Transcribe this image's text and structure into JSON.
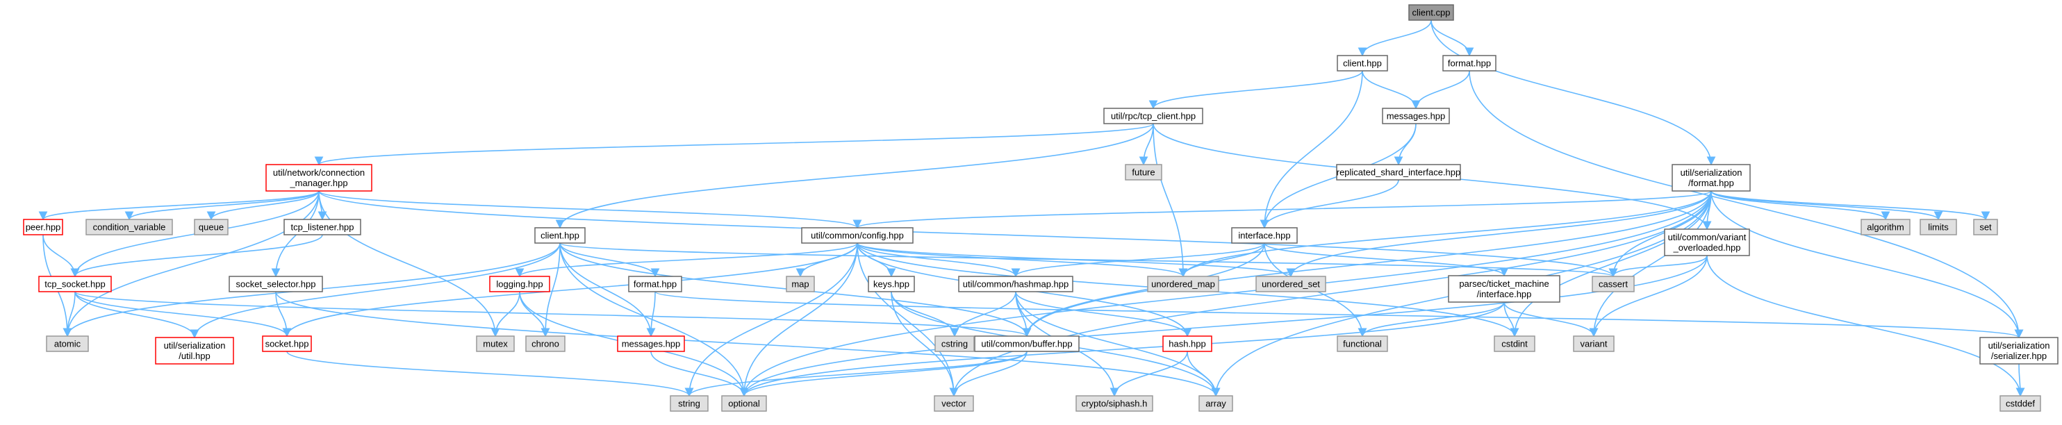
{
  "colors": {
    "edge": "#63b8ff",
    "root_fill": "#999999",
    "root_stroke": "#666666",
    "file_fill": "#ffffff",
    "file_stroke": "#666666",
    "sys_fill": "#e0e0e0",
    "sys_stroke": "#999999",
    "truncated_stroke": "#ff0000"
  },
  "nodes": [
    {
      "id": "client_cpp",
      "lines": [
        "client.cpp"
      ],
      "kind": "root"
    },
    {
      "id": "client_hpp_top",
      "lines": [
        "client.hpp"
      ],
      "kind": "file"
    },
    {
      "id": "format_hpp_top",
      "lines": [
        "format.hpp"
      ],
      "kind": "file"
    },
    {
      "id": "tcp_client",
      "lines": [
        "util/rpc/tcp_client.hpp"
      ],
      "kind": "file"
    },
    {
      "id": "messages_top",
      "lines": [
        "messages.hpp"
      ],
      "kind": "file"
    },
    {
      "id": "future",
      "lines": [
        "future"
      ],
      "kind": "sys"
    },
    {
      "id": "replicated",
      "lines": [
        "replicated_shard_interface.hpp"
      ],
      "kind": "file"
    },
    {
      "id": "conn_mgr",
      "lines": [
        "util/network/connection",
        "_manager.hpp"
      ],
      "kind": "truncated"
    },
    {
      "id": "ser_format",
      "lines": [
        "util/serialization",
        "/format.hpp"
      ],
      "kind": "file"
    },
    {
      "id": "peer",
      "lines": [
        "peer.hpp"
      ],
      "kind": "truncated"
    },
    {
      "id": "cond_var",
      "lines": [
        "condition_variable"
      ],
      "kind": "sys"
    },
    {
      "id": "queue",
      "lines": [
        "queue"
      ],
      "kind": "sys"
    },
    {
      "id": "tcp_listener",
      "lines": [
        "tcp_listener.hpp"
      ],
      "kind": "file"
    },
    {
      "id": "client_hpp_mid",
      "lines": [
        "client.hpp"
      ],
      "kind": "file"
    },
    {
      "id": "config",
      "lines": [
        "util/common/config.hpp"
      ],
      "kind": "file"
    },
    {
      "id": "interface",
      "lines": [
        "interface.hpp"
      ],
      "kind": "file"
    },
    {
      "id": "variant_ov",
      "lines": [
        "util/common/variant",
        "_overloaded.hpp"
      ],
      "kind": "file"
    },
    {
      "id": "algorithm",
      "lines": [
        "algorithm"
      ],
      "kind": "sys"
    },
    {
      "id": "limits",
      "lines": [
        "limits"
      ],
      "kind": "sys"
    },
    {
      "id": "set",
      "lines": [
        "set"
      ],
      "kind": "sys"
    },
    {
      "id": "tcp_socket",
      "lines": [
        "tcp_socket.hpp"
      ],
      "kind": "truncated"
    },
    {
      "id": "socket_selector",
      "lines": [
        "socket_selector.hpp"
      ],
      "kind": "file"
    },
    {
      "id": "logging",
      "lines": [
        "logging.hpp"
      ],
      "kind": "truncated"
    },
    {
      "id": "format_hpp_mid",
      "lines": [
        "format.hpp"
      ],
      "kind": "file"
    },
    {
      "id": "map",
      "lines": [
        "map"
      ],
      "kind": "sys"
    },
    {
      "id": "keys",
      "lines": [
        "keys.hpp"
      ],
      "kind": "file"
    },
    {
      "id": "hashmap",
      "lines": [
        "util/common/hashmap.hpp"
      ],
      "kind": "file"
    },
    {
      "id": "unordered_map",
      "lines": [
        "unordered_map"
      ],
      "kind": "sys"
    },
    {
      "id": "unordered_set",
      "lines": [
        "unordered_set"
      ],
      "kind": "sys"
    },
    {
      "id": "ticket",
      "lines": [
        "parsec/ticket_machine",
        "/interface.hpp"
      ],
      "kind": "file"
    },
    {
      "id": "cassert",
      "lines": [
        "cassert"
      ],
      "kind": "sys"
    },
    {
      "id": "atomic",
      "lines": [
        "atomic"
      ],
      "kind": "sys"
    },
    {
      "id": "ser_util",
      "lines": [
        "util/serialization",
        "/util.hpp"
      ],
      "kind": "truncated"
    },
    {
      "id": "socket",
      "lines": [
        "socket.hpp"
      ],
      "kind": "truncated"
    },
    {
      "id": "mutex",
      "lines": [
        "mutex"
      ],
      "kind": "sys"
    },
    {
      "id": "chrono",
      "lines": [
        "chrono"
      ],
      "kind": "sys"
    },
    {
      "id": "messages_mid",
      "lines": [
        "messages.hpp"
      ],
      "kind": "truncated"
    },
    {
      "id": "buffer",
      "lines": [
        "util/common/buffer.hpp"
      ],
      "kind": "file"
    },
    {
      "id": "cstring",
      "lines": [
        "cstring"
      ],
      "kind": "sys"
    },
    {
      "id": "hash",
      "lines": [
        "hash.hpp"
      ],
      "kind": "truncated"
    },
    {
      "id": "functional",
      "lines": [
        "functional"
      ],
      "kind": "sys"
    },
    {
      "id": "cstdint",
      "lines": [
        "cstdint"
      ],
      "kind": "sys"
    },
    {
      "id": "variant",
      "lines": [
        "variant"
      ],
      "kind": "sys"
    },
    {
      "id": "serializer",
      "lines": [
        "util/serialization",
        "/serializer.hpp"
      ],
      "kind": "file"
    },
    {
      "id": "string",
      "lines": [
        "string"
      ],
      "kind": "sys"
    },
    {
      "id": "optional",
      "lines": [
        "optional"
      ],
      "kind": "sys"
    },
    {
      "id": "vector",
      "lines": [
        "vector"
      ],
      "kind": "sys"
    },
    {
      "id": "siphash",
      "lines": [
        "crypto/siphash.h"
      ],
      "kind": "sys"
    },
    {
      "id": "array",
      "lines": [
        "array"
      ],
      "kind": "sys"
    },
    {
      "id": "cstddef",
      "lines": [
        "cstddef"
      ],
      "kind": "sys"
    }
  ],
  "edges": [
    [
      "client_cpp",
      "client_hpp_top"
    ],
    [
      "client_cpp",
      "format_hpp_top"
    ],
    [
      "client_cpp",
      "ser_format"
    ],
    [
      "client_hpp_top",
      "tcp_client"
    ],
    [
      "client_hpp_top",
      "messages_top"
    ],
    [
      "client_hpp_top",
      "interface"
    ],
    [
      "format_hpp_top",
      "messages_top"
    ],
    [
      "format_hpp_top",
      "serializer"
    ],
    [
      "messages_top",
      "replicated"
    ],
    [
      "messages_top",
      "interface"
    ],
    [
      "replicated",
      "interface"
    ],
    [
      "tcp_client",
      "conn_mgr"
    ],
    [
      "tcp_client",
      "future"
    ],
    [
      "tcp_client",
      "client_hpp_mid"
    ],
    [
      "tcp_client",
      "unordered_map"
    ],
    [
      "tcp_client",
      "variant_ov"
    ],
    [
      "conn_mgr",
      "peer"
    ],
    [
      "conn_mgr",
      "cond_var"
    ],
    [
      "conn_mgr",
      "queue"
    ],
    [
      "conn_mgr",
      "tcp_listener"
    ],
    [
      "conn_mgr",
      "config"
    ],
    [
      "conn_mgr",
      "socket_selector"
    ],
    [
      "conn_mgr",
      "tcp_socket"
    ],
    [
      "conn_mgr",
      "mutex"
    ],
    [
      "conn_mgr",
      "atomic"
    ],
    [
      "conn_mgr",
      "cassert"
    ],
    [
      "peer",
      "tcp_socket"
    ],
    [
      "peer",
      "atomic"
    ],
    [
      "tcp_listener",
      "tcp_socket"
    ],
    [
      "tcp_socket",
      "atomic"
    ],
    [
      "tcp_socket",
      "ser_util"
    ],
    [
      "tcp_socket",
      "socket"
    ],
    [
      "tcp_socket",
      "buffer"
    ],
    [
      "socket_selector",
      "socket"
    ],
    [
      "socket_selector",
      "array"
    ],
    [
      "socket",
      "string"
    ],
    [
      "client_hpp_mid",
      "atomic"
    ],
    [
      "client_hpp_mid",
      "ser_util"
    ],
    [
      "client_hpp_mid",
      "chrono"
    ],
    [
      "client_hpp_mid",
      "format_hpp_mid"
    ],
    [
      "client_hpp_mid",
      "messages_mid"
    ],
    [
      "client_hpp_mid",
      "buffer"
    ],
    [
      "client_hpp_mid",
      "cassert"
    ],
    [
      "client_hpp_mid",
      "optional"
    ],
    [
      "config",
      "logging"
    ],
    [
      "config",
      "socket"
    ],
    [
      "config",
      "map"
    ],
    [
      "config",
      "keys"
    ],
    [
      "config",
      "hashmap"
    ],
    [
      "config",
      "unordered_map"
    ],
    [
      "config",
      "unordered_set"
    ],
    [
      "config",
      "string"
    ],
    [
      "config",
      "optional"
    ],
    [
      "config",
      "vector"
    ],
    [
      "config",
      "cstdint"
    ],
    [
      "config",
      "hash"
    ],
    [
      "logging",
      "mutex"
    ],
    [
      "logging",
      "chrono"
    ],
    [
      "logging",
      "optional"
    ],
    [
      "format_hpp_mid",
      "messages_mid"
    ],
    [
      "format_hpp_mid",
      "serializer"
    ],
    [
      "messages_mid",
      "optional"
    ],
    [
      "keys",
      "cstring"
    ],
    [
      "keys",
      "vector"
    ],
    [
      "keys",
      "array"
    ],
    [
      "hashmap",
      "buffer"
    ],
    [
      "hashmap",
      "cstring"
    ],
    [
      "hashmap",
      "hash"
    ],
    [
      "hashmap",
      "siphash"
    ],
    [
      "hashmap",
      "array"
    ],
    [
      "buffer",
      "string"
    ],
    [
      "buffer",
      "optional"
    ],
    [
      "buffer",
      "vector"
    ],
    [
      "hash",
      "siphash"
    ],
    [
      "hash",
      "array"
    ],
    [
      "interface",
      "hashmap"
    ],
    [
      "interface",
      "unordered_map"
    ],
    [
      "interface",
      "ticket"
    ],
    [
      "interface",
      "functional"
    ],
    [
      "interface",
      "buffer"
    ],
    [
      "ticket",
      "functional"
    ],
    [
      "ticket",
      "cstdint"
    ],
    [
      "ticket",
      "variant"
    ],
    [
      "ticket",
      "optional"
    ],
    [
      "ser_format",
      "config"
    ],
    [
      "ser_format",
      "unordered_map"
    ],
    [
      "ser_format",
      "unordered_set"
    ],
    [
      "ser_format",
      "cassert"
    ],
    [
      "ser_format",
      "variant_ov"
    ],
    [
      "ser_format",
      "algorithm"
    ],
    [
      "ser_format",
      "limits"
    ],
    [
      "ser_format",
      "set"
    ],
    [
      "ser_format",
      "buffer"
    ],
    [
      "ser_format",
      "cstdint"
    ],
    [
      "ser_format",
      "variant"
    ],
    [
      "ser_format",
      "serializer"
    ],
    [
      "ser_format",
      "optional"
    ],
    [
      "ser_format",
      "vector"
    ],
    [
      "ser_format",
      "array"
    ],
    [
      "variant_ov",
      "cassert"
    ],
    [
      "variant_ov",
      "variant"
    ],
    [
      "variant_ov",
      "cstddef"
    ],
    [
      "variant_ov",
      "optional"
    ],
    [
      "serializer",
      "cstddef"
    ]
  ]
}
